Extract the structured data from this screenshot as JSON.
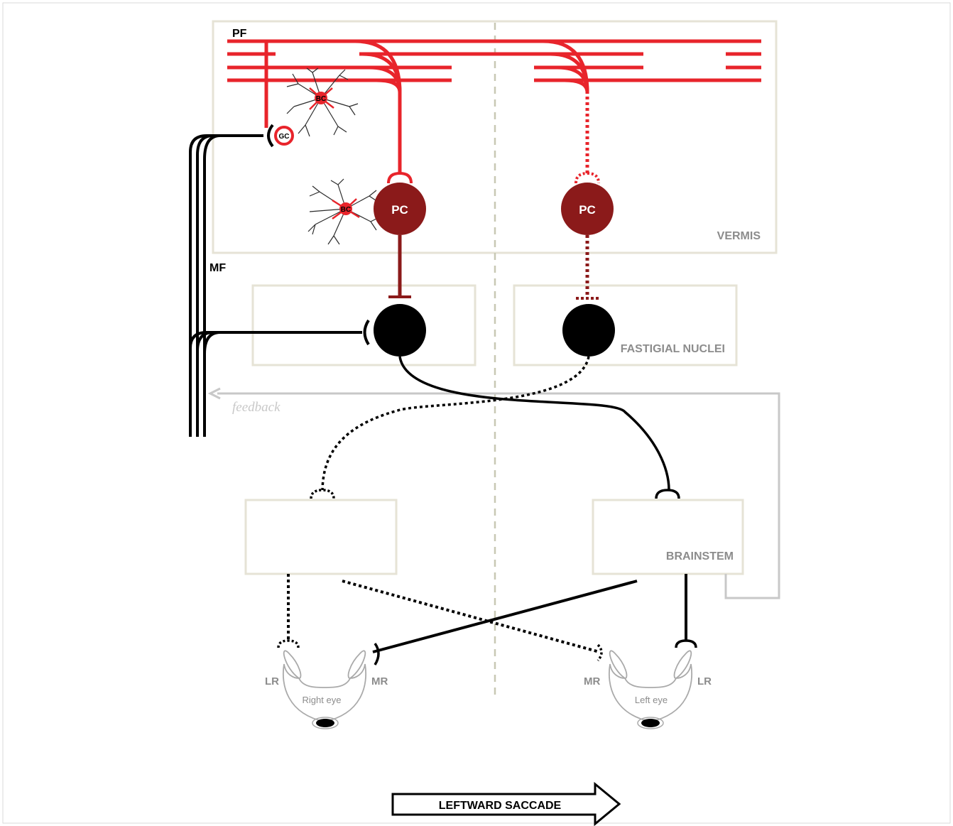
{
  "colors": {
    "red": "#e8242b",
    "purkinje": "#8b1a1a",
    "black": "#000000",
    "box_border": "#e6e3d6",
    "gray_text": "#8c8c8c",
    "feedback": "#c8c8c8",
    "midline": "#c8c8b4"
  },
  "labels": {
    "pf": "PF",
    "mf": "MF",
    "gc": "GC",
    "bc": "BC",
    "pc_left": "PC",
    "pc_right": "PC",
    "vermis": "VERMIS",
    "fastigial": "FASTIGIAL NUCLEI",
    "feedback": "feedback",
    "brainstem": "BRAINSTEM",
    "lr_left": "LR",
    "mr_left": "MR",
    "mr_right": "MR",
    "lr_right": "LR",
    "right_eye": "Right eye",
    "left_eye": "Left eye",
    "saccade": "LEFTWARD SACCADE"
  }
}
